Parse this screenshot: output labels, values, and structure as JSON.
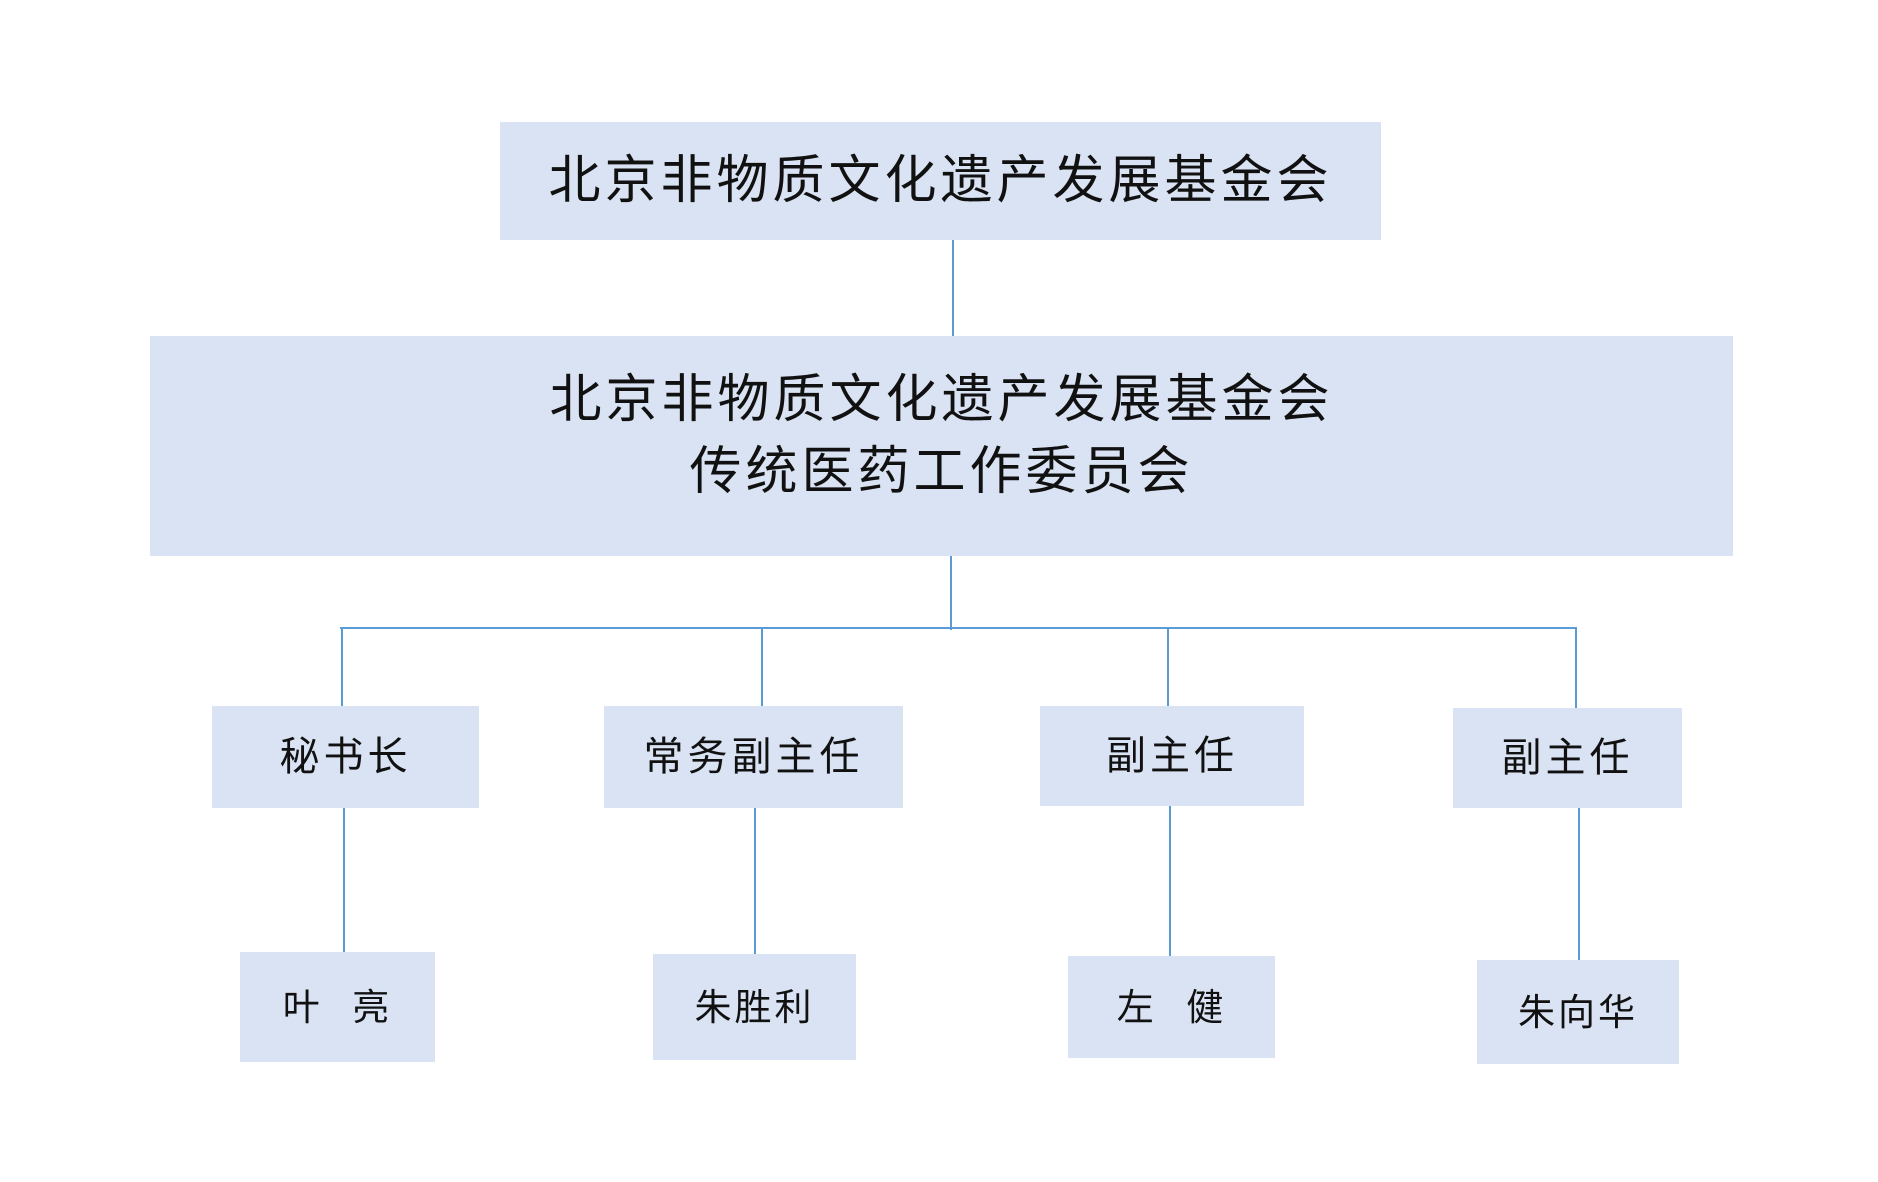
{
  "org_chart": {
    "root": {
      "label": "北京非物质文化遗产发展基金会"
    },
    "committee": {
      "line1": "北京非物质文化遗产发展基金会",
      "line2": "传统医药工作委员会"
    },
    "positions": [
      {
        "role": "秘书长",
        "name": "叶  亮"
      },
      {
        "role": "常务副主任",
        "name": "朱胜利"
      },
      {
        "role": "副主任",
        "name": "左  健"
      },
      {
        "role": "副主任",
        "name": "朱向华"
      }
    ],
    "colors": {
      "box_fill": "#dae3f3",
      "connector": "#5b9bd5",
      "text": "#111111"
    }
  }
}
